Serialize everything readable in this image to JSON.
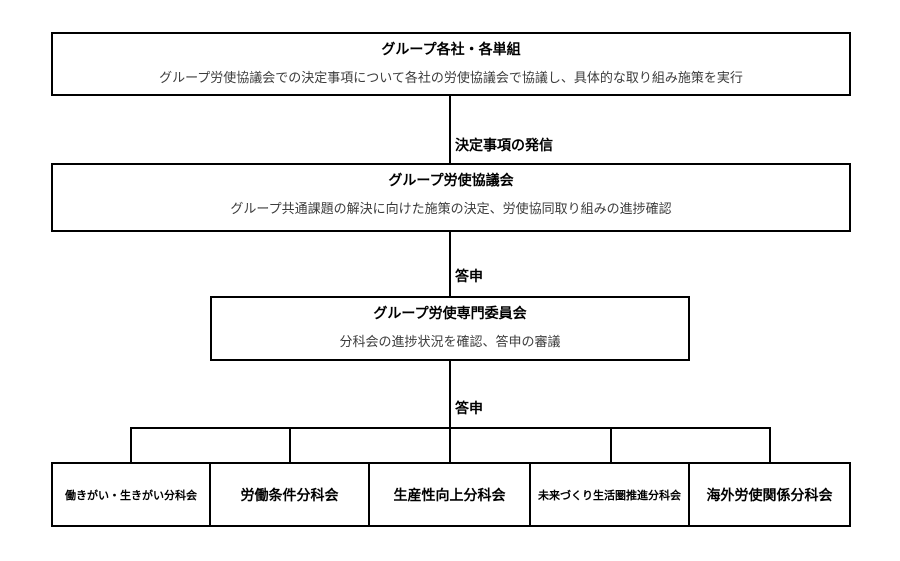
{
  "diagram": {
    "background_color": "#ffffff",
    "line_color": "#000000",
    "boxes": [
      {
        "title": "グループ各社・各単組",
        "description": "グループ労使協議会での決定事項について各社の労使協議会で協議し、具体的な取り組み施策を実行"
      },
      {
        "title": "グループ労使協議会",
        "description": "グループ共通課題の解決に向けた施策の決定、労使協同取り組みの進捗確認"
      },
      {
        "title": "グループ労使専門委員会",
        "description": "分科会の進捗状況を確認、答申の審議"
      }
    ],
    "connectors": [
      {
        "label": "決定事項の発信"
      },
      {
        "label": "答申"
      },
      {
        "label": "答申"
      }
    ],
    "subcommittees": [
      {
        "label": "働きがい・生きがい分科会"
      },
      {
        "label": "労働条件分科会"
      },
      {
        "label": "生産性向上分科会"
      },
      {
        "label": "未来づくり生活圏推進分科会"
      },
      {
        "label": "海外労使関係分科会"
      }
    ]
  }
}
